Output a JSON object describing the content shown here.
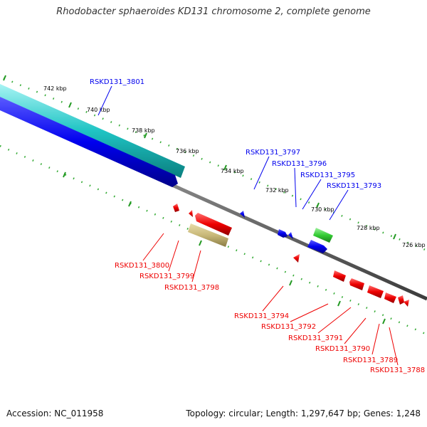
{
  "title": "Rhodobacter sphaeroides KD131 chromosome 2, complete genome",
  "footer": {
    "accession_label": "Accession:",
    "accession": "NC_011958",
    "topology_label": "Topology:",
    "topology": "circular",
    "length_label": "Length:",
    "length": "1,297,647 bp",
    "genes_label": "Genes:",
    "genes": "1,248"
  },
  "colors": {
    "forward_gene": "#0000ee",
    "reverse_gene": "#ee0000",
    "rna_gene": "#00cccc",
    "green_feature": "#33cc33",
    "olive_feature": "#c8b878",
    "backbone": "#777777",
    "tick_major": "#229922",
    "tick_minor": "#33aa33"
  },
  "axis": {
    "unit": "kbp",
    "ticks": [
      {
        "label": "742 kbp",
        "kbp": 742
      },
      {
        "label": "740 kbp",
        "kbp": 740
      },
      {
        "label": "738 kbp",
        "kbp": 738
      },
      {
        "label": "736 kbp",
        "kbp": 736
      },
      {
        "label": "734 kbp",
        "kbp": 734
      },
      {
        "label": "732 kbp",
        "kbp": 732
      },
      {
        "label": "730 kbp",
        "kbp": 730
      },
      {
        "label": "728 kbp",
        "kbp": 728
      },
      {
        "label": "726 kbp",
        "kbp": 726
      }
    ]
  },
  "forward_labels": [
    {
      "id": "RSKD131_3801"
    },
    {
      "id": "RSKD131_3797"
    },
    {
      "id": "RSKD131_3796"
    },
    {
      "id": "RSKD131_3795"
    },
    {
      "id": "RSKD131_3793"
    }
  ],
  "reverse_labels": [
    {
      "id": "RSKD131_3800"
    },
    {
      "id": "RSKD131_3799"
    },
    {
      "id": "RSKD131_3798"
    },
    {
      "id": "RSKD131_3794"
    },
    {
      "id": "RSKD131_3792"
    },
    {
      "id": "RSKD131_3791"
    },
    {
      "id": "RSKD131_3790"
    },
    {
      "id": "RSKD131_3789"
    },
    {
      "id": "RSKD131_3788"
    }
  ]
}
